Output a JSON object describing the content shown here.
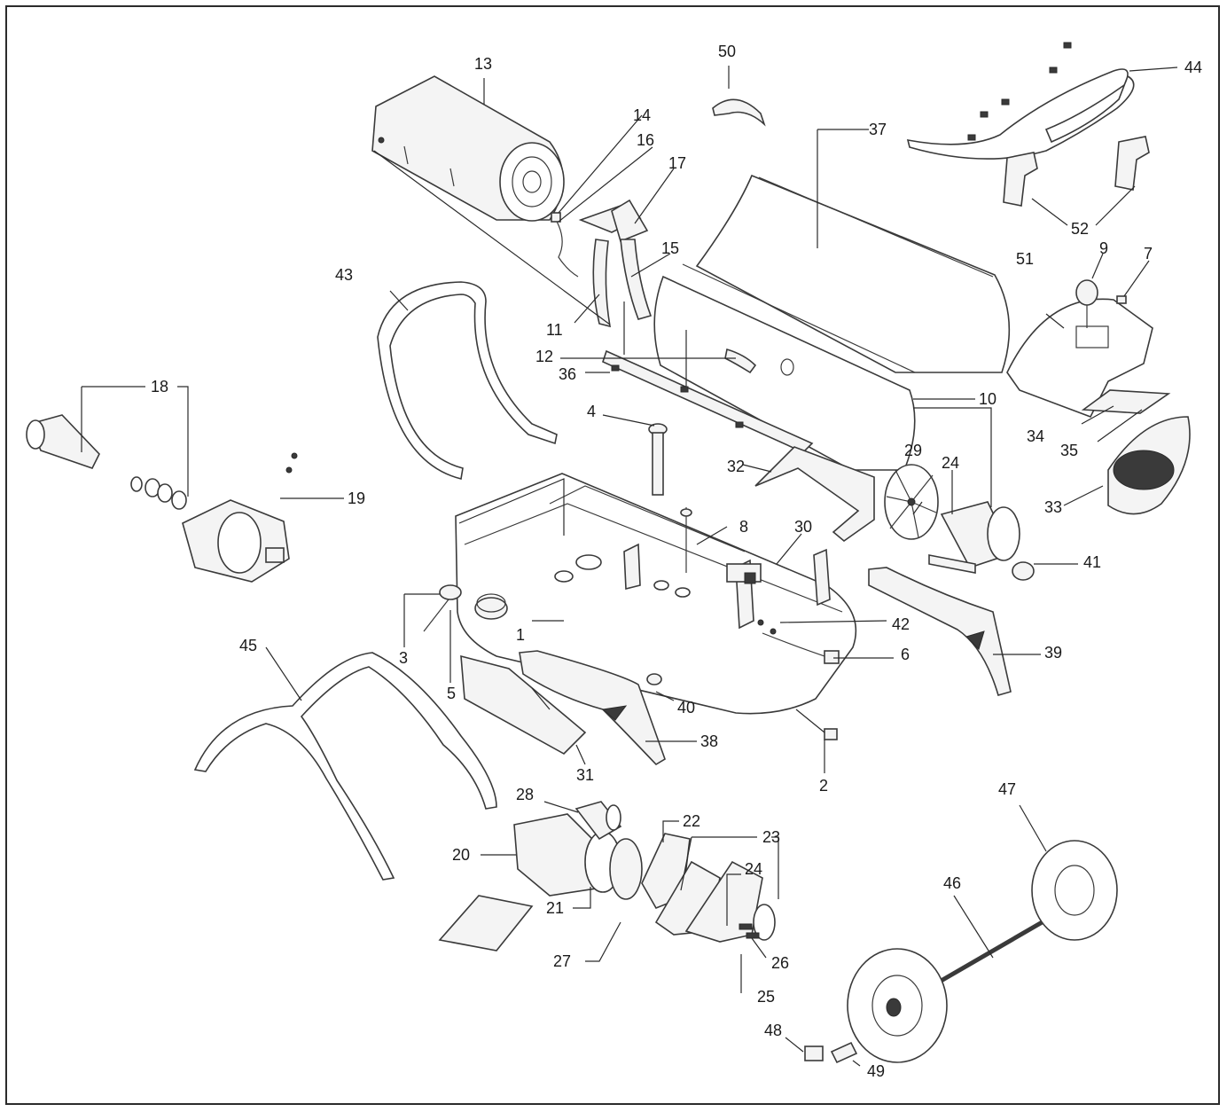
{
  "labels": {
    "p1": "1",
    "p2": "2",
    "p3": "3",
    "p4": "4",
    "p5": "5",
    "p6": "6",
    "p7": "7",
    "p8": "8",
    "p9": "9",
    "p10": "10",
    "p11": "11",
    "p12": "12",
    "p13": "13",
    "p14": "14",
    "p15": "15",
    "p16": "16",
    "p17": "17",
    "p18": "18",
    "p19": "19",
    "p20": "20",
    "p21": "21",
    "p22": "22",
    "p23": "23",
    "p24a": "24",
    "p24b": "24",
    "p25": "25",
    "p26": "26",
    "p27": "27",
    "p28": "28",
    "p29": "29",
    "p30": "30",
    "p31": "31",
    "p32": "32",
    "p33": "33",
    "p34": "34",
    "p35": "35",
    "p36": "36",
    "p37": "37",
    "p38": "38",
    "p39": "39",
    "p40": "40",
    "p41": "41",
    "p42": "42",
    "p43": "43",
    "p44": "44",
    "p45": "45",
    "p46": "46",
    "p47": "47",
    "p48": "48",
    "p49": "49",
    "p50": "50",
    "p51": "51",
    "p52": "52"
  },
  "colors": {
    "line": "#2a2a2a",
    "part_fill": "#f4f4f4",
    "background": "#ffffff"
  }
}
